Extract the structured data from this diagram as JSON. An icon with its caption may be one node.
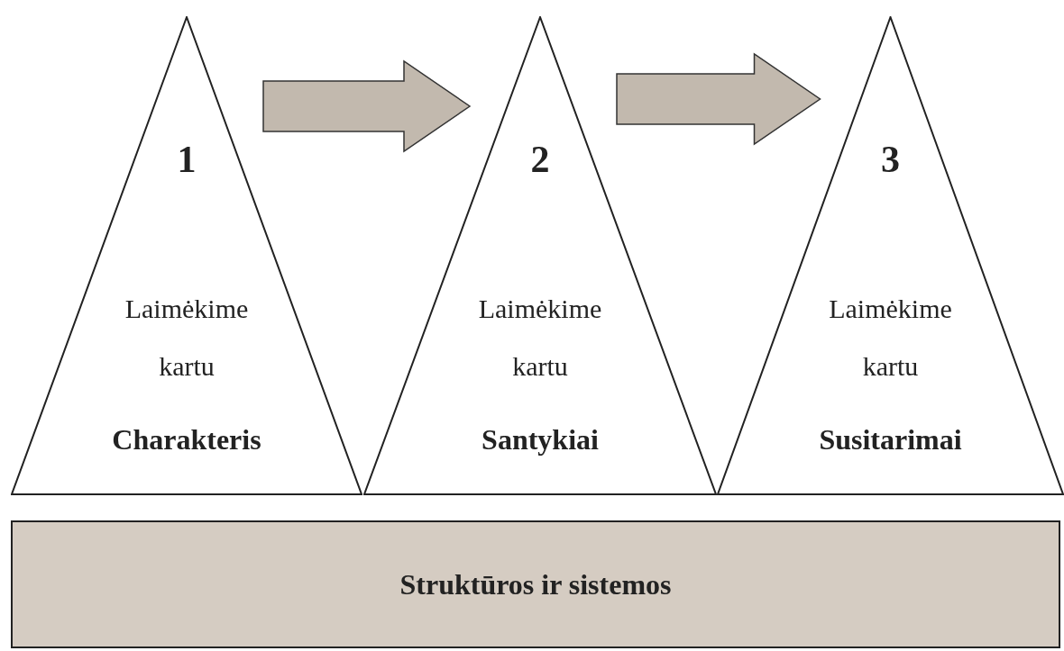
{
  "diagram": {
    "nodes": [
      {
        "text": [
          "1",
          "Laimėkime kartu",
          "Charakteris"
        ]
      },
      {
        "text": [
          "2",
          "Laimėkime kartu",
          "Santykiai"
        ]
      },
      {
        "text": [
          "3",
          "Laimėkime kartu",
          "Susitarimai"
        ]
      },
      {
        "text": [
          "Struktūros ir sistemos"
        ]
      }
    ],
    "edges": [
      {
        "from": 0,
        "to": 1,
        "arrow": "to"
      },
      {
        "from": 1,
        "to": 2,
        "arrow": "to"
      }
    ]
  }
}
